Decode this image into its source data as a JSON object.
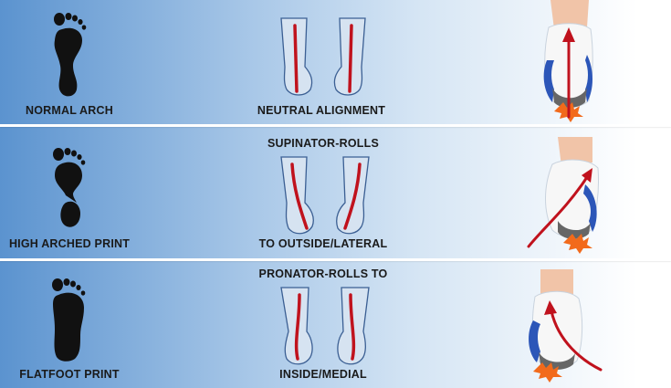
{
  "rows": [
    {
      "print_label": "NORMAL ARCH",
      "alignment_top": "",
      "alignment_bottom": "NEUTRAL ALIGNMENT"
    },
    {
      "print_label": "HIGH ARCHED PRINT",
      "alignment_top": "SUPINATOR-ROLLS",
      "alignment_bottom": "TO OUTSIDE/LATERAL"
    },
    {
      "print_label": "FLATFOOT PRINT",
      "alignment_top": "PRONATOR-ROLLS TO",
      "alignment_bottom": "INSIDE/MEDIAL"
    }
  ],
  "colors": {
    "background_left": "#5b93cf",
    "background_right": "#ffffff",
    "footprint": "#111111",
    "alignment_line": "#c0121d",
    "impact_burst": "#f26a1b",
    "shoe_sole": "#2c56b8",
    "skin": "#f1c4a8"
  },
  "icons": [
    "footprint-icon",
    "leg-alignment-icon",
    "running-shoe-icon"
  ]
}
